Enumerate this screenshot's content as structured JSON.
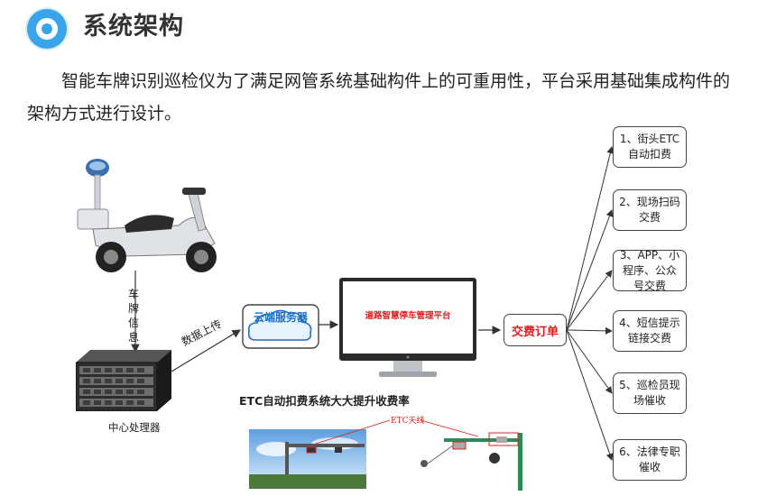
{
  "header": {
    "title": "系统架构"
  },
  "intro": "智能车牌识别巡检仪为了满足网管系统基础构件上的可重用性，平台采用基础集成构件的架构方式进行设计。",
  "diagram": {
    "vertical_label": "车牌信息",
    "server_label": "中心处理器",
    "upload_label": "数据上传",
    "cloud_label": "云端服务器",
    "platform_label": "道路智慧停车管理平台",
    "order_label": "交费订单",
    "etc_caption": "ETC自动扣费系统大大提升收费率",
    "antenna_label": "ETC天线",
    "payment_methods": [
      "1、街头ETC自动扣费",
      "2、现场扫码交费",
      "3、APP、小程序、公众号交费",
      "4、短信提示链接交费",
      "5、巡检员现场催收",
      "6、法律专职催收"
    ]
  },
  "colors": {
    "accent": "#3aa4ea",
    "highlight": "#e02020",
    "cloud_text": "#1a6fc8"
  }
}
